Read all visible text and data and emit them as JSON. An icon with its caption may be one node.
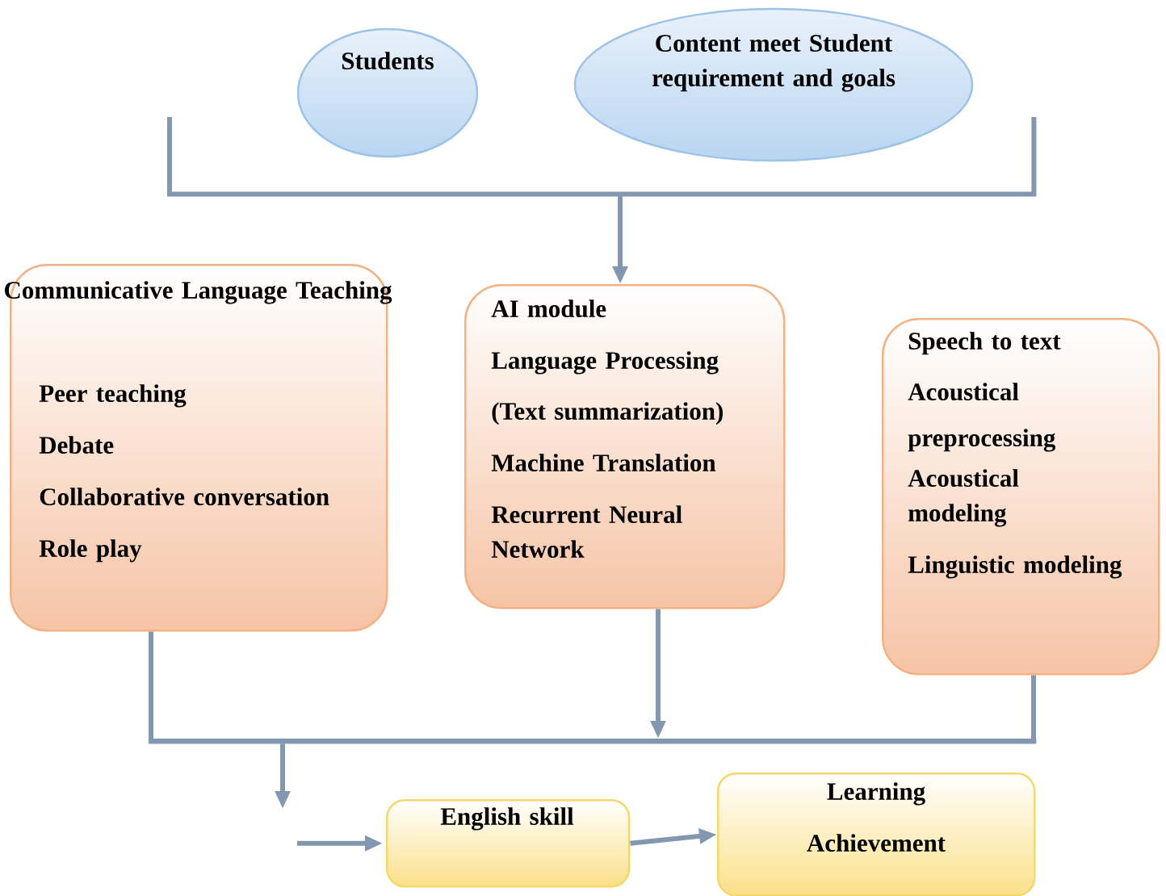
{
  "diagram": {
    "nodes": [
      {
        "text": [
          "Students"
        ]
      },
      {
        "text": [
          "Content meet Student requirement and goals"
        ]
      },
      {
        "text": [],
        "shape": "bracket"
      },
      {
        "text": [
          "Communicative Language Teaching",
          "Peer teaching",
          "Debate",
          "Collaborative conversation",
          "Role play"
        ]
      },
      {
        "text": [
          "AI module",
          "Language Processing",
          "(Text summarization)",
          "Machine Translation",
          "Recurrent Neural Network"
        ]
      },
      {
        "text": [
          "Speech to text",
          "Acoustical preprocessing",
          "Acoustical modeling",
          "Linguistic modeling"
        ]
      },
      {
        "text": [],
        "shape": "bar"
      },
      {
        "text": [
          "English skill"
        ]
      },
      {
        "text": [
          "Learning Achievement"
        ]
      }
    ],
    "edges": [
      {
        "from": 2,
        "to": 4,
        "arrow": "to"
      },
      {
        "from": 3,
        "to": 6,
        "arrow": "none"
      },
      {
        "from": 4,
        "to": 6,
        "arrow": "to"
      },
      {
        "from": 5,
        "to": 6,
        "arrow": "none"
      },
      {
        "from": 6,
        "to": null,
        "arrow": "to"
      },
      {
        "from": null,
        "to": 7,
        "arrow": "to"
      },
      {
        "from": 7,
        "to": 8,
        "arrow": "to"
      }
    ]
  }
}
